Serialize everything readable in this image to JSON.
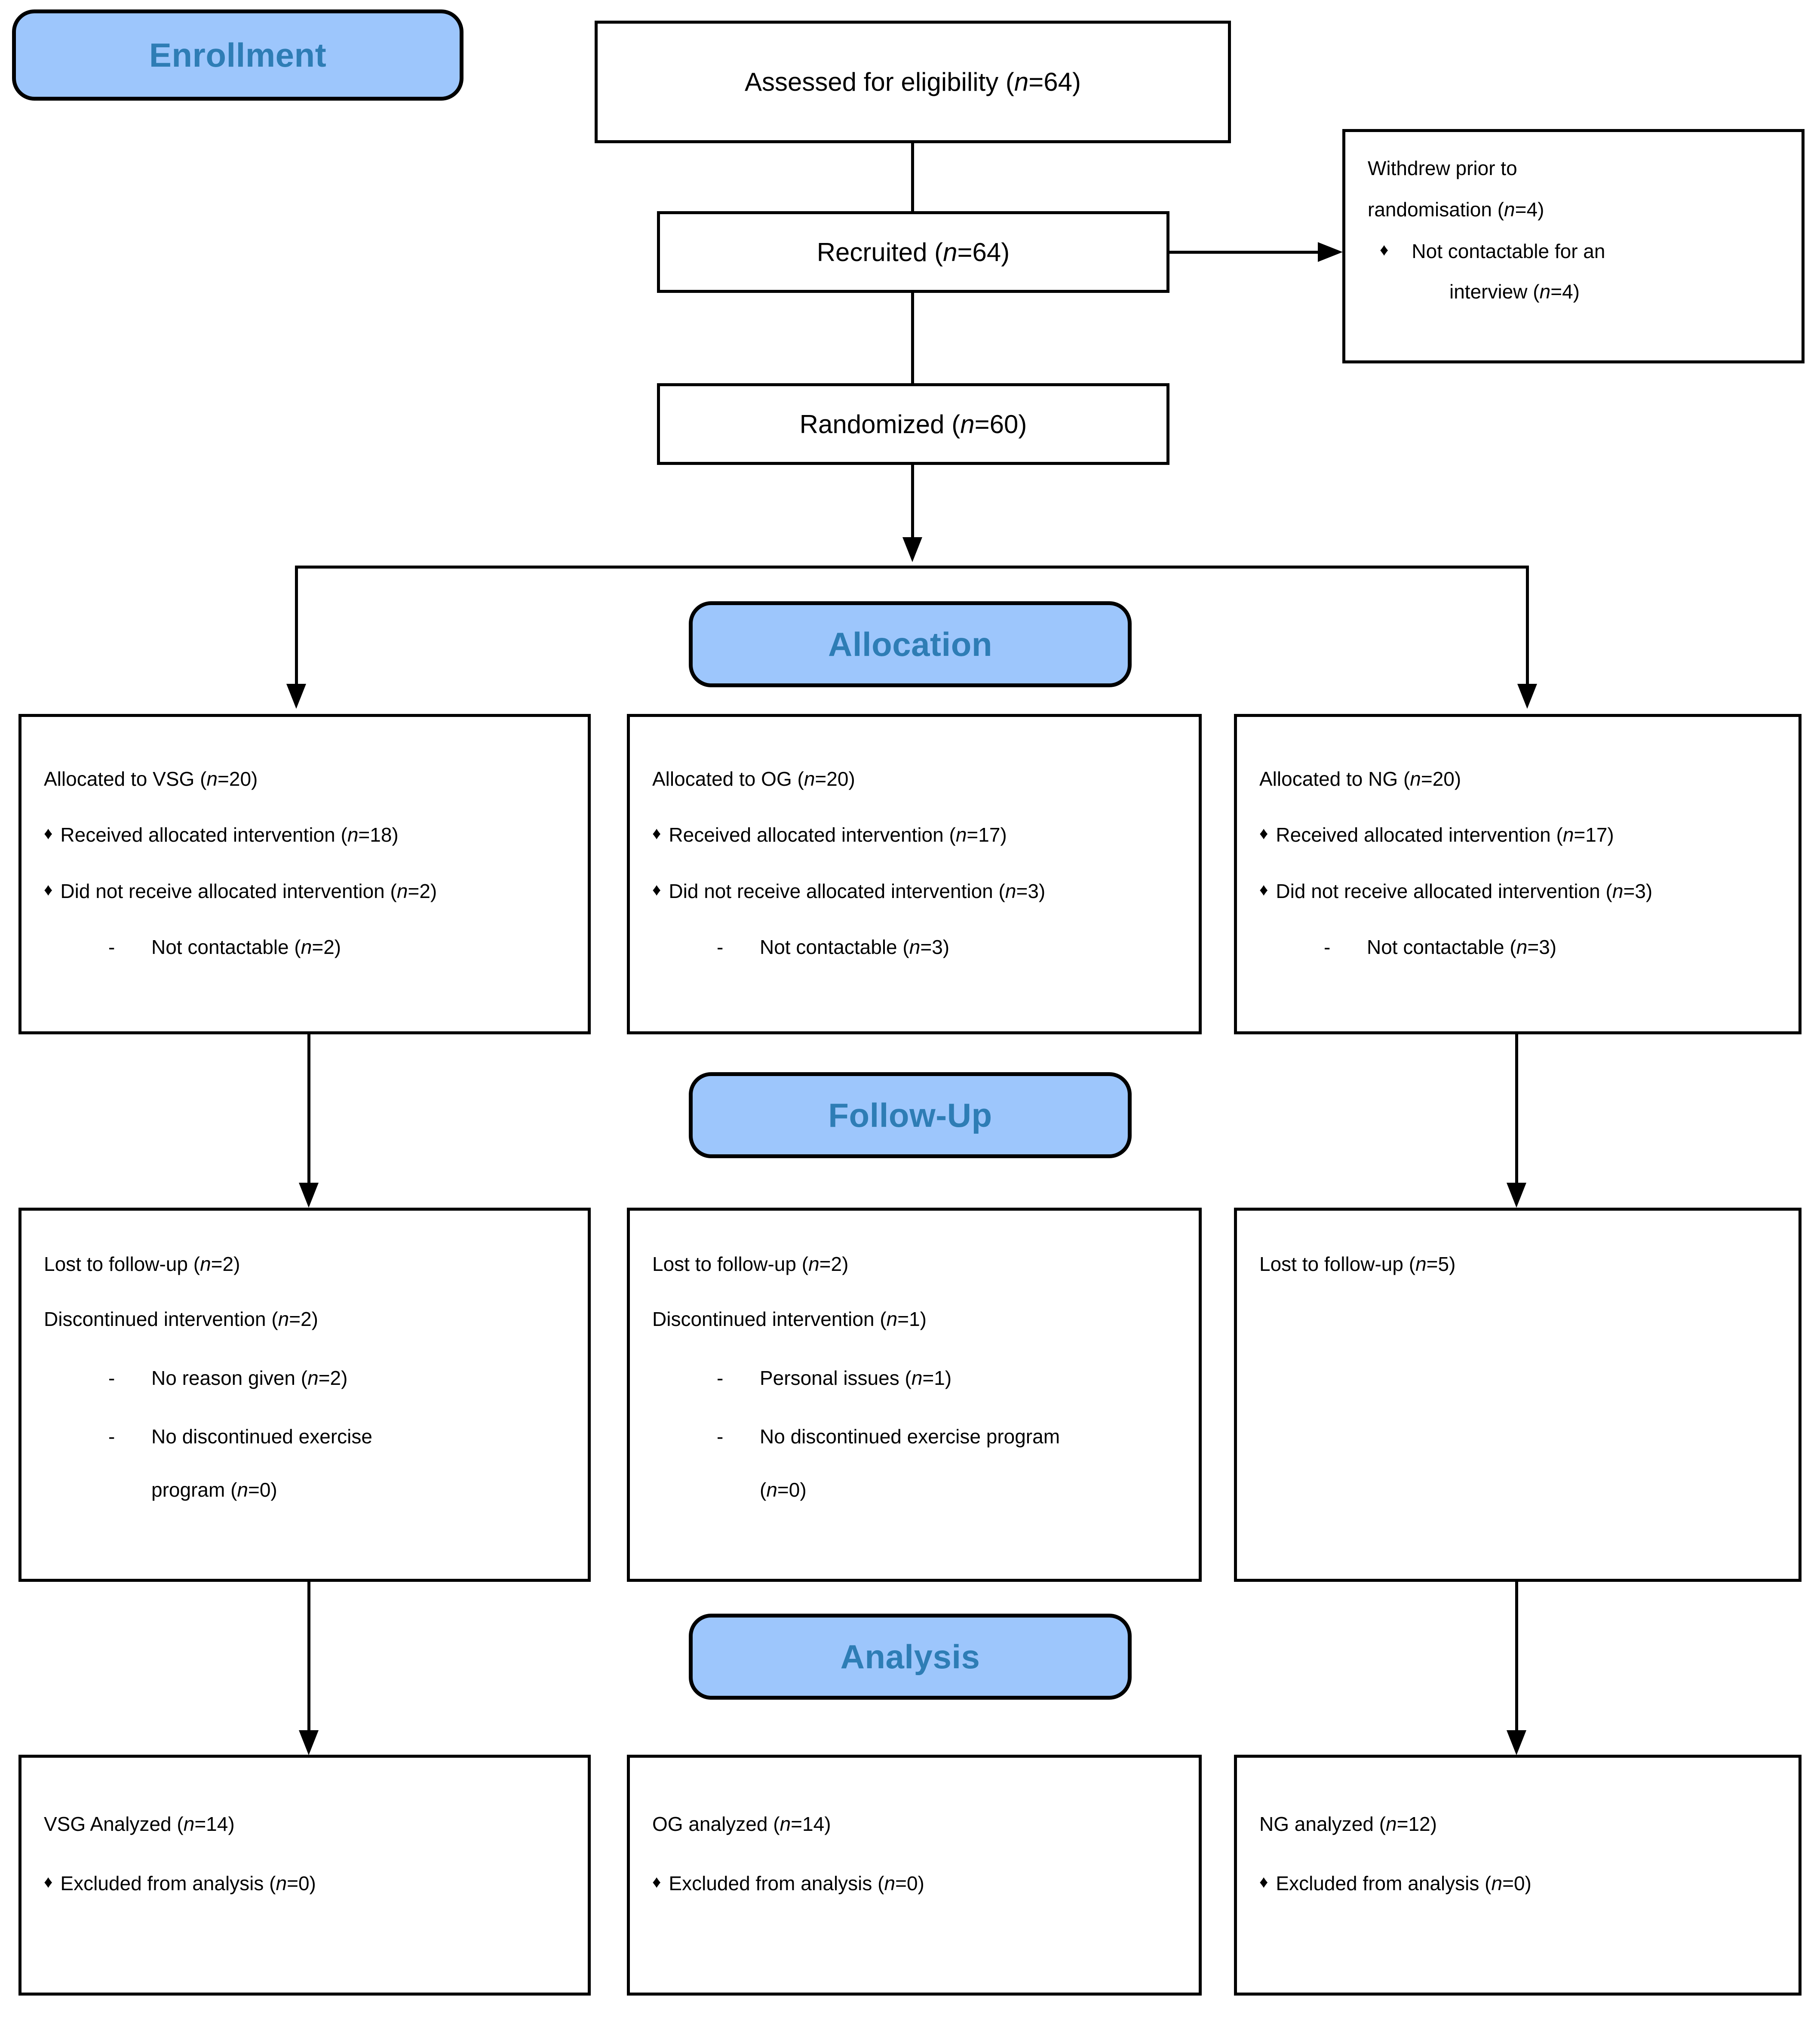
{
  "diagram": {
    "title": "CONSORT participant flow diagram",
    "accent_badge_fill": "#9DC6FC",
    "accent_badge_text": "#2E7DB5",
    "line_color": "#000000",
    "box_fill": "#FFFFFF"
  },
  "stages": {
    "enrollment": "Enrollment",
    "allocation": "Allocation",
    "followup": "Follow-Up",
    "analysis": "Analysis"
  },
  "enrollment": {
    "assessed": {
      "label": "Assessed for eligibility (",
      "n_italic": "n",
      "n_value": "=64)"
    },
    "assessed_text": "Assessed for eligibility (n=64)",
    "recruited_text": "Recruited (n=64)",
    "randomized_text": "Randomized (n=60)",
    "withdrew": {
      "line1": "Withdrew prior to",
      "line2_pre": "randomisation (",
      "line2_post": "=4)",
      "bullet1_pre": "Not contactable for an",
      "bullet1_cont_pre": "interview (",
      "bullet1_cont_post": "=4)"
    }
  },
  "allocation_boxes": [
    {
      "group": "VSG",
      "title_pre": "Allocated to VSG (",
      "title_post": "=20)",
      "bullets": [
        {
          "pre": "Received allocated intervention (",
          "post": "=18)"
        },
        {
          "pre": "Did not receive allocated intervention (",
          "post": "=2)"
        }
      ],
      "dashes": [
        {
          "pre": "Not contactable (",
          "post": "=2)"
        }
      ]
    },
    {
      "group": "OG",
      "title_pre": "Allocated to OG (",
      "title_post": "=20)",
      "bullets": [
        {
          "pre": "Received allocated intervention (",
          "post": "=17)"
        },
        {
          "pre": "Did not receive allocated intervention (",
          "post": "=3)"
        }
      ],
      "dashes": [
        {
          "pre": "Not contactable (",
          "post": "=3)"
        }
      ]
    },
    {
      "group": "NG",
      "title_pre": "Allocated to NG (",
      "title_post": "=20)",
      "bullets": [
        {
          "pre": "Received allocated intervention (",
          "post": "=17)"
        },
        {
          "pre": "Did not receive allocated intervention (",
          "post": "=3)"
        }
      ],
      "dashes": [
        {
          "pre": "Not contactable (",
          "post": "=3)"
        }
      ]
    }
  ],
  "followup_boxes": [
    {
      "group": "VSG",
      "lost_pre": "Lost to follow-up (",
      "lost_post": "=2)",
      "disc_pre": "Discontinued intervention (",
      "disc_post": "=2)",
      "dash1_pre": "No reason given (",
      "dash1_post": "=2)",
      "dash2_line1": "No discontinued exercise",
      "dash2_line2_pre": "program (",
      "dash2_line2_post": "=0)"
    },
    {
      "group": "OG",
      "lost_pre": "Lost to follow-up (",
      "lost_post": "=2)",
      "disc_pre": "Discontinued intervention (",
      "disc_post": "=1)",
      "dash1_pre": "Personal issues (",
      "dash1_post": "=1)",
      "dash2_line1": "No discontinued exercise program",
      "dash2_line2_pre": "(",
      "dash2_line2_post": "=0)"
    },
    {
      "group": "NG",
      "lost_pre": "Lost to follow-up (",
      "lost_post": "=5)"
    }
  ],
  "analysis_boxes": [
    {
      "group": "VSG",
      "title_pre": "VSG Analyzed (",
      "title_post": "=14)",
      "bullet_pre": "Excluded from analysis (",
      "bullet_post": "=0)"
    },
    {
      "group": "OG",
      "title_pre": "OG analyzed (",
      "title_post": "=14)",
      "bullet_pre": "Excluded from analysis (",
      "bullet_post": "=0)"
    },
    {
      "group": "NG",
      "title_pre": "NG analyzed (",
      "title_post": "=12)",
      "bullet_pre": "Excluded from analysis (",
      "bullet_post": "=0)"
    }
  ],
  "glyphs": {
    "bullet": "♦",
    "dash": "-",
    "italic_n": "n"
  }
}
